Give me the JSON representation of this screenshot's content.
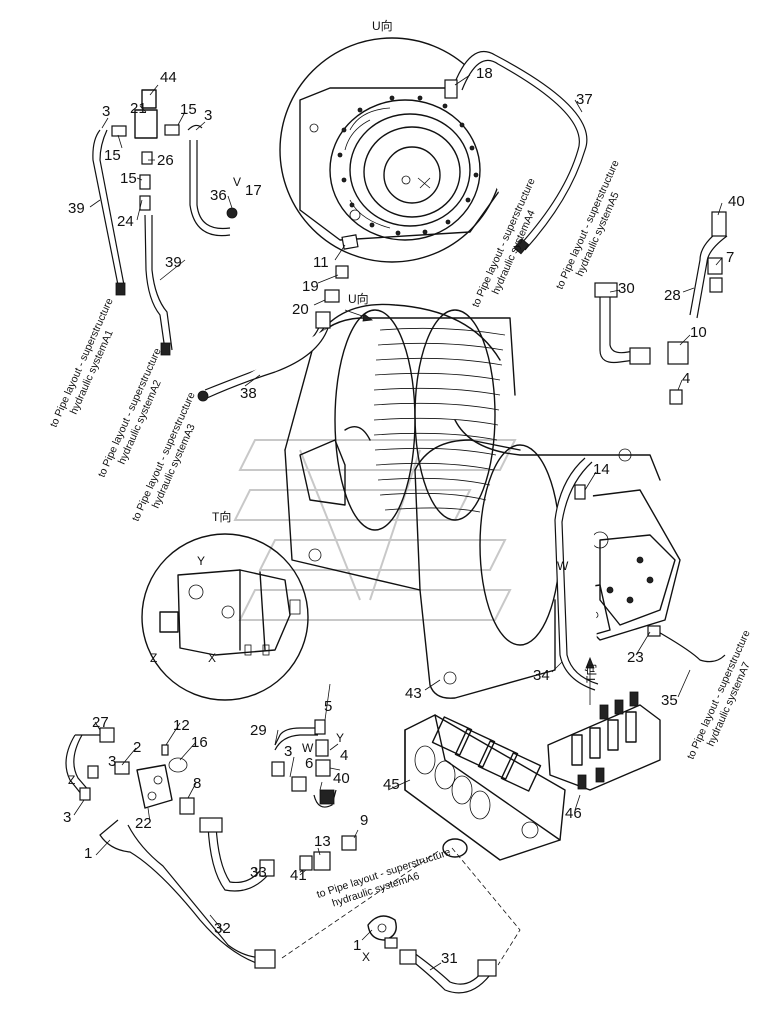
{
  "view_labels": {
    "u_view_title": "U向",
    "u_view_arrow": "U向",
    "t_view_title": "T向",
    "t_view_arrow": "T向"
  },
  "port_labels": {
    "y_t": "Y",
    "x_t": "X",
    "z_t": "Z",
    "v1": "V",
    "w_motor": "W",
    "w_valve": "W",
    "y_valve": "Y",
    "z_block": "Z",
    "x_flange": "X"
  },
  "callouts": {
    "c44": "44",
    "c3a": "3",
    "c21": "21",
    "c15a": "15",
    "c3b": "3",
    "c15b": "15",
    "c26": "26",
    "c15c": "15",
    "c39a": "39",
    "c24": "24",
    "c36": "36",
    "c17": "17",
    "c39b": "39",
    "c18": "18",
    "c37": "37",
    "c11": "11",
    "c19": "19",
    "c20": "20",
    "c38": "38",
    "c40a": "40",
    "c7": "7",
    "c28": "28",
    "c30": "30",
    "c10": "10",
    "c4a": "4",
    "c14": "14",
    "c23": "23",
    "c34": "34",
    "c35": "35",
    "c43": "43",
    "c27": "27",
    "c12": "12",
    "c2": "2",
    "c16": "16",
    "c3c": "3",
    "c8": "8",
    "c22": "22",
    "c1a": "1",
    "c3d": "3",
    "c5": "5",
    "c29": "29",
    "c3e": "3",
    "c6": "6",
    "c4b": "4",
    "c40b": "40",
    "c45": "45",
    "c46": "46",
    "c9": "9",
    "c13": "13",
    "c41": "41",
    "c33": "33",
    "c32": "32",
    "c1b": "1",
    "c31": "31"
  },
  "notes": {
    "a1_line1": "to Pipe layout - superstructure",
    "a1_line2": "hydraulic systemA1",
    "a2_line1": "to Pipe layout - superstructure",
    "a2_line2": "hydraulic systemA2",
    "a3_line1": "to Pipe layout - superstructure",
    "a3_line2": "hydraulic systemA3",
    "a4_line1": "to Pipe layout - superstructure",
    "a4_line2": "hydraulic systemA4",
    "a5_line1": "to Pipe layout - superstructure",
    "a5_line2": "hydraulic systemA5",
    "a6_line1": "to Pipe layout - superstructure",
    "a6_line2": "hydraulic systemA6",
    "a7_line1": "to Pipe layout - superstructure",
    "a7_line2": "hydraulic systemA7"
  }
}
